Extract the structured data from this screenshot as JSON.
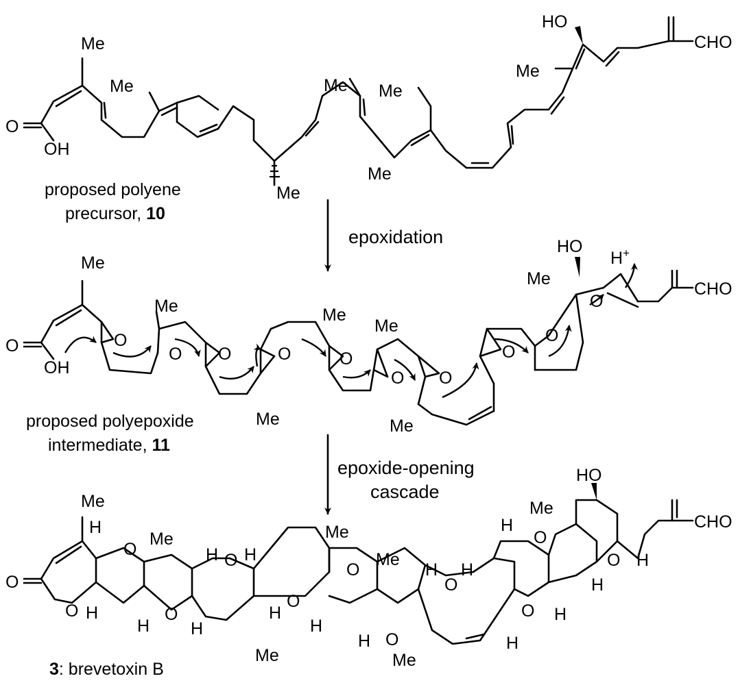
{
  "precursor": {
    "caption_line1": "proposed polyene",
    "caption_line2": "precursor, ",
    "number": "10"
  },
  "intermediate": {
    "caption_line1": "proposed polyepoxide",
    "caption_line2": "intermediate, ",
    "number": "11"
  },
  "product": {
    "number": "3",
    "caption": ": brevetoxin B"
  },
  "steps": {
    "step1": "epoxidation",
    "step2_line1": "epoxide-opening",
    "step2_line2": "cascade"
  },
  "atoms": {
    "me": "Me",
    "oh": "OH",
    "ho": "HO",
    "o": "O",
    "h": "H",
    "cho": "CHO",
    "proton": "H",
    "proton_charge": "+"
  }
}
